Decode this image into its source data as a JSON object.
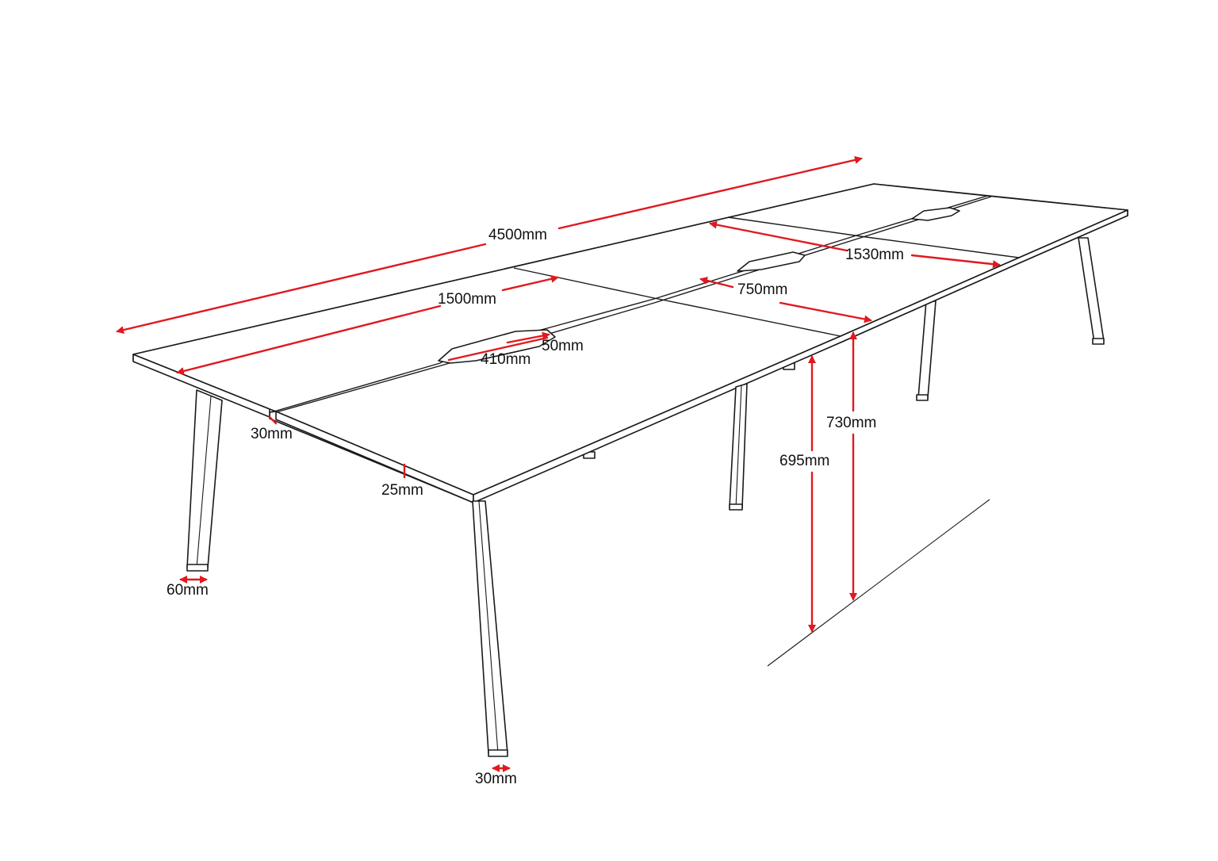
{
  "colors": {
    "dimension": "#e0191f",
    "outline": "#1a1a1a",
    "background": "#ffffff"
  },
  "dimensions": {
    "total_length": "4500mm",
    "module_length": "1500mm",
    "module_width": "1530mm",
    "half_depth": "750mm",
    "cable_tray_width": "50mm",
    "cable_tray_length": "410mm",
    "top_gap": "30mm",
    "top_thickness": "25mm",
    "leg_width": "60mm",
    "leg_depth": "30mm",
    "under_height": "695mm",
    "overall_height": "730mm"
  }
}
